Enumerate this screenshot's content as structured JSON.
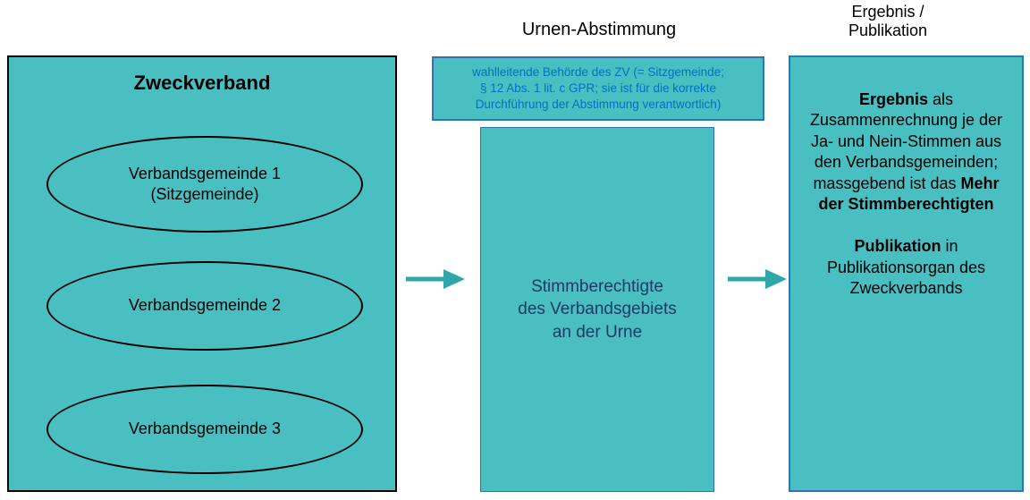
{
  "colors": {
    "teal_fill": "#4ABFC1",
    "blue_border": "#2E75B6",
    "note_text_blue": "#0070C0",
    "mid_box_text_blue": "#203864",
    "arrow_teal": "#2FA7A9",
    "left_box_border": "#000000"
  },
  "left_panel": {
    "title": "Zweckverband",
    "ellipse1_line1": "Verbandsgemeinde 1",
    "ellipse1_line2": "(Sitzgemeinde)",
    "ellipse2": "Verbandsgemeinde 2",
    "ellipse3": "Verbandsgemeinde 3"
  },
  "middle_panel": {
    "heading": "Urnen-Abstimmung",
    "note_line1": "wahlleitende Behörde des ZV (= Sitzgemeinde;",
    "note_line2": "§ 12 Abs. 1 lit. c GPR; sie ist für die korrekte",
    "note_line3": "Durchführung der Abstimmung verantwortlich)",
    "box_line1": "Stimmberechtigte",
    "box_line2": "des Verbandsgebiets",
    "box_line3": "an der Urne"
  },
  "right_panel": {
    "heading_line1": "Ergebnis /",
    "heading_line2": "Publikation",
    "p1_bold1": "Ergebnis",
    "p1_text1": " als Zusammenrechnung je der Ja- und Nein-Stimmen aus den Verbandsgemeinden; massgebend ist das ",
    "p1_bold2": "Mehr der Stimmberechtigten",
    "p2_bold": "Publikation",
    "p2_text": " in Publikationsorgan des Zweckverbands"
  }
}
